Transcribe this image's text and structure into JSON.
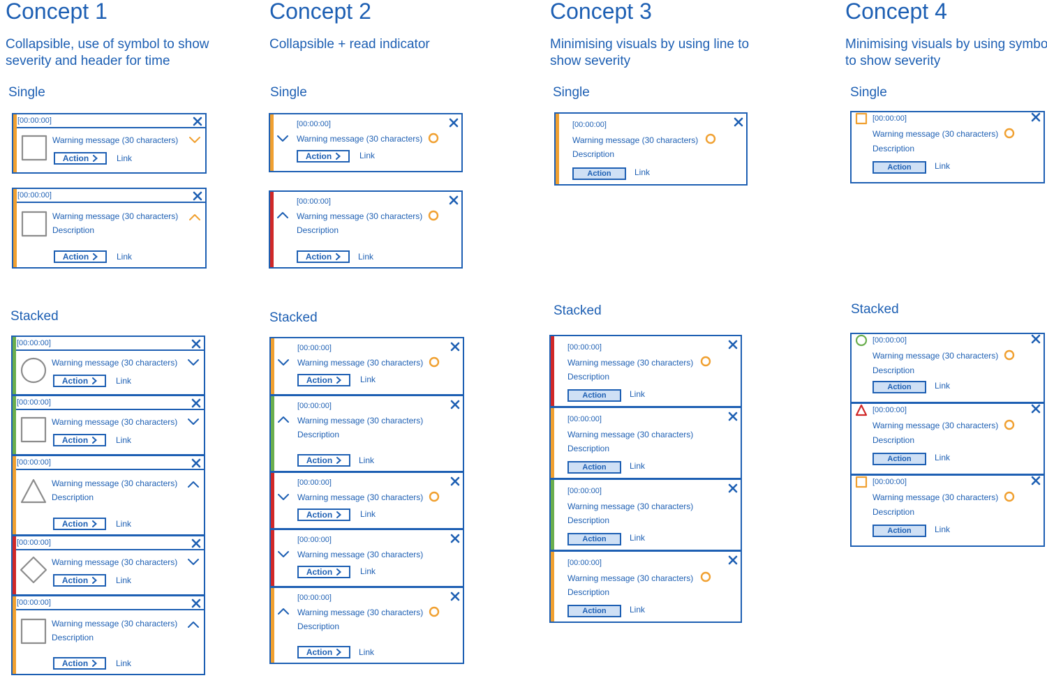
{
  "colors": {
    "primary": "#1d5fb3",
    "warning": "#f0a030",
    "error": "#d02828",
    "success": "#6aae4e",
    "neutral": "#8c8c8c",
    "button_fill": "#cfe0f5"
  },
  "labels": {
    "single": "Single",
    "stacked": "Stacked"
  },
  "concepts": [
    {
      "title": "Concept 1",
      "subtitle": "Collapsible, use of symbol to show severity and header for time"
    },
    {
      "title": "Concept 2",
      "subtitle": "Collapsible + read indicator"
    },
    {
      "title": "Concept 3",
      "subtitle": "Minimising visuals by using line to show severity"
    },
    {
      "title": "Concept 4",
      "subtitle": "Minimising visuals by using symbol to show severity"
    }
  ],
  "notification": {
    "timestamp": "[00:00:00]",
    "message": "Warning message (30 characters)",
    "description": "Description",
    "action": "Action",
    "link": "Link"
  }
}
